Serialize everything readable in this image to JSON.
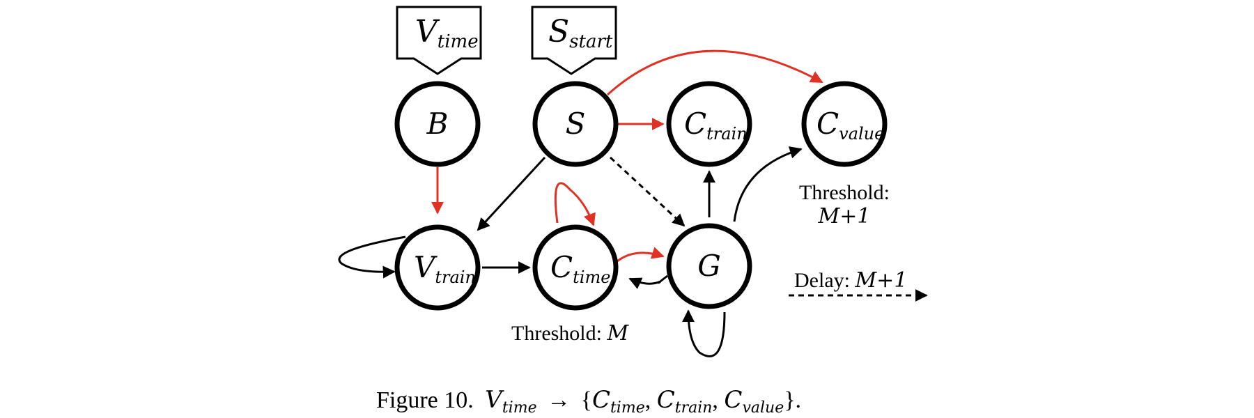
{
  "inputs": {
    "v_time": {
      "main": "V",
      "sub": "time"
    },
    "s_start": {
      "main": "S",
      "sub": "start"
    }
  },
  "nodes": {
    "b": {
      "main": "B",
      "sub": ""
    },
    "s": {
      "main": "S",
      "sub": ""
    },
    "c_train": {
      "main": "C",
      "sub": "train"
    },
    "c_value": {
      "main": "C",
      "sub": "value"
    },
    "v_train": {
      "main": "V",
      "sub": "train"
    },
    "c_time": {
      "main": "C",
      "sub": "time"
    },
    "g": {
      "main": "G",
      "sub": ""
    }
  },
  "annotations": {
    "threshold_right_label": "Threshold:",
    "threshold_right_value": "M+1",
    "threshold_bottom_label": "Threshold: ",
    "threshold_bottom_value": "M",
    "delay_label": "Delay: ",
    "delay_value": "M+1"
  },
  "caption": {
    "prefix": "Figure 10.",
    "v": "V",
    "v_sub": "time",
    "arrow": "→",
    "open": "{",
    "c1": "C",
    "c1_sub": "time",
    "comma1": ",",
    "c2": "C",
    "c2_sub": "train",
    "comma2": ",",
    "c3": "C",
    "c3_sub": "value",
    "close": "}."
  },
  "colors": {
    "red_edge": "#e03224",
    "black_edge": "#000000"
  }
}
